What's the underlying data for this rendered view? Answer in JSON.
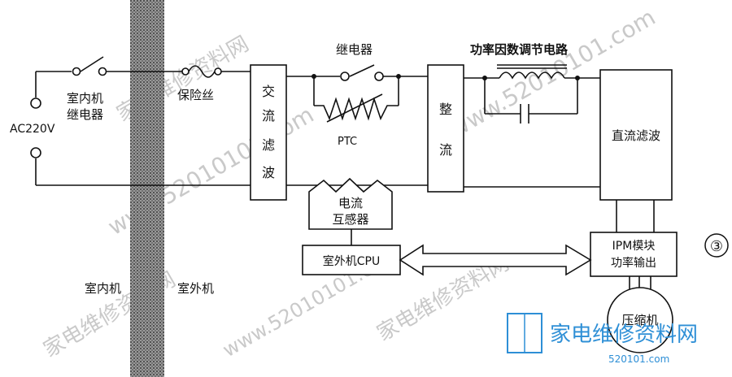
{
  "source_label": "AC220V",
  "indoor_relay_label": [
    "室内机",
    "继电器"
  ],
  "fuse_label": "保险丝",
  "relay_label": "继电器",
  "ptc_label": "PTC",
  "pfc_label": "功率因数调节电路",
  "blocks": {
    "ac_filter": [
      "交",
      "流",
      "滤",
      "波"
    ],
    "rectifier": [
      "整",
      "流"
    ],
    "dc_filter": "直流滤波",
    "current_transformer": [
      "电流",
      "互感器"
    ],
    "outdoor_cpu": "室外机CPU",
    "ipm": [
      "IPM模块",
      "功率输出"
    ],
    "compressor": "压缩机"
  },
  "indoor_label": "室内机",
  "outdoor_label": "室外机",
  "figure_number": "③",
  "watermark": {
    "site": "www.52010101.com",
    "cn": "家电维修资料网",
    "logo_text": "家电维修资料网",
    "logo_url": "520101.com"
  },
  "colors": {
    "line": "#111111",
    "divider": "#555555",
    "watermark": "#c9c9c9",
    "logo": "#2e8fd6"
  }
}
